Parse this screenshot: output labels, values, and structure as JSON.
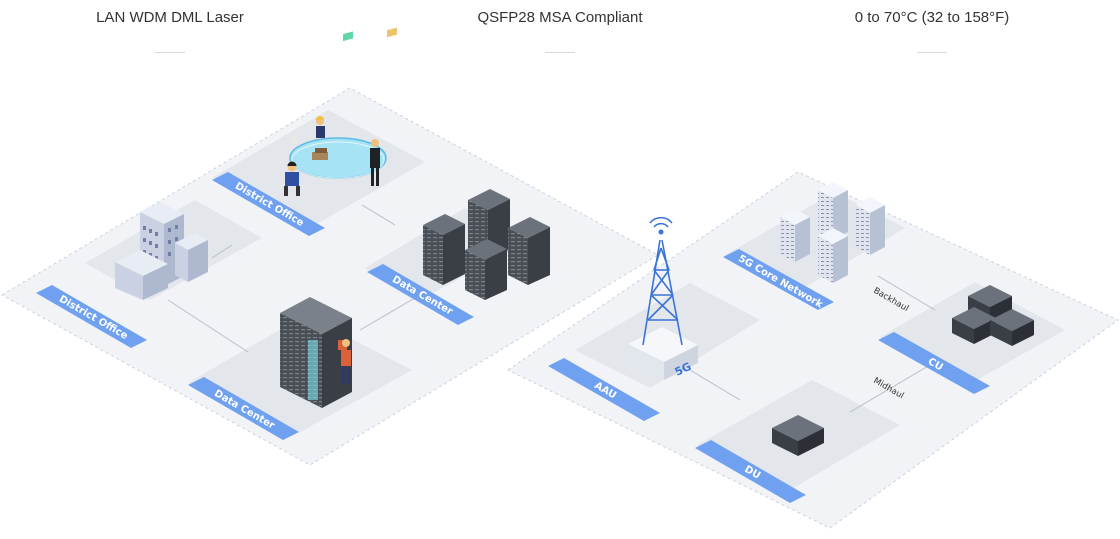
{
  "features": [
    {
      "label": "LAN WDM DML Laser"
    },
    {
      "label": "QSFP28 MSA Compliant"
    },
    {
      "label": "0 to 70°C (32 to 158°F)"
    }
  ],
  "left_scene": {
    "district_office_top": "District Office",
    "district_office_left": "District Office",
    "data_center_right": "Data Center",
    "data_center_bottom": "Data Center"
  },
  "right_scene": {
    "core_network": "5G Core Network",
    "cu": "CU",
    "aau": "AAU",
    "du": "DU",
    "backhaul": "Backhaul",
    "midhaul": "Midhaul",
    "tower_badge": "5G"
  },
  "colors": {
    "label_blue": "#6fa1f0",
    "platform": "#f2f3f6",
    "panel": "#e3e6eb",
    "rack": "#4a4f56",
    "rack_light": "#dfe4ee",
    "tower": "#3b74d6"
  }
}
